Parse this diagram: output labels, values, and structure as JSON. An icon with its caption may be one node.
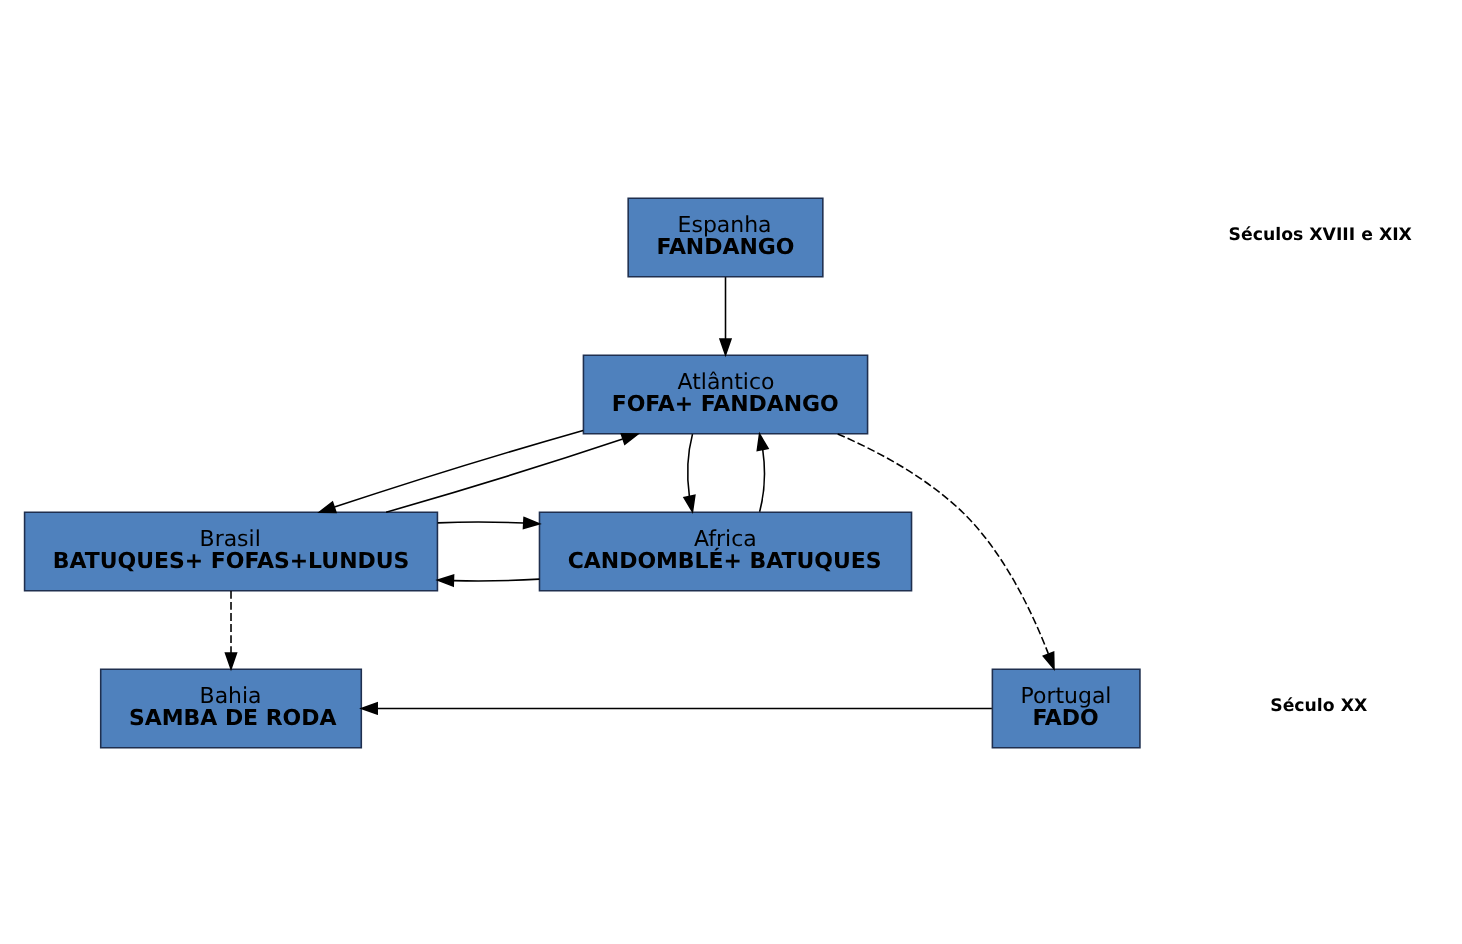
{
  "diagram": {
    "nodes": [
      {
        "text": [
          "Espanha",
          "FANDANGO"
        ]
      },
      {
        "text": [
          "Atlântico",
          "FOFA+ FANDANGO"
        ]
      },
      {
        "text": [
          "Brasil",
          "BATUQUES+ FOFAS+LUNDUS"
        ]
      },
      {
        "text": [
          "Africa",
          "CANDOMBLÉ+ BATUQUES"
        ]
      },
      {
        "text": [
          "Portugal",
          "FADO"
        ]
      },
      {
        "text": [
          "Bahia",
          "SAMBA DE RODA"
        ]
      }
    ],
    "edges": [
      {
        "from": 0,
        "to": 1,
        "arrow": "to"
      },
      {
        "from": 1,
        "to": 2,
        "arrow": "to"
      },
      {
        "from": 2,
        "to": 1,
        "arrow": "to"
      },
      {
        "from": 1,
        "to": 3,
        "arrow": "to"
      },
      {
        "from": 3,
        "to": 1,
        "arrow": "to"
      },
      {
        "from": 3,
        "to": 2,
        "arrow": "to"
      },
      {
        "from": 2,
        "to": 3,
        "arrow": "to"
      },
      {
        "from": 1,
        "to": 4,
        "arrow": "to",
        "style": "dashed"
      },
      {
        "from": 2,
        "to": 5,
        "arrow": "to",
        "style": "dashed"
      },
      {
        "from": 4,
        "to": 5,
        "arrow": "to"
      }
    ],
    "labels": [
      "Séculos XVIII e XIX",
      "Século XX"
    ]
  }
}
